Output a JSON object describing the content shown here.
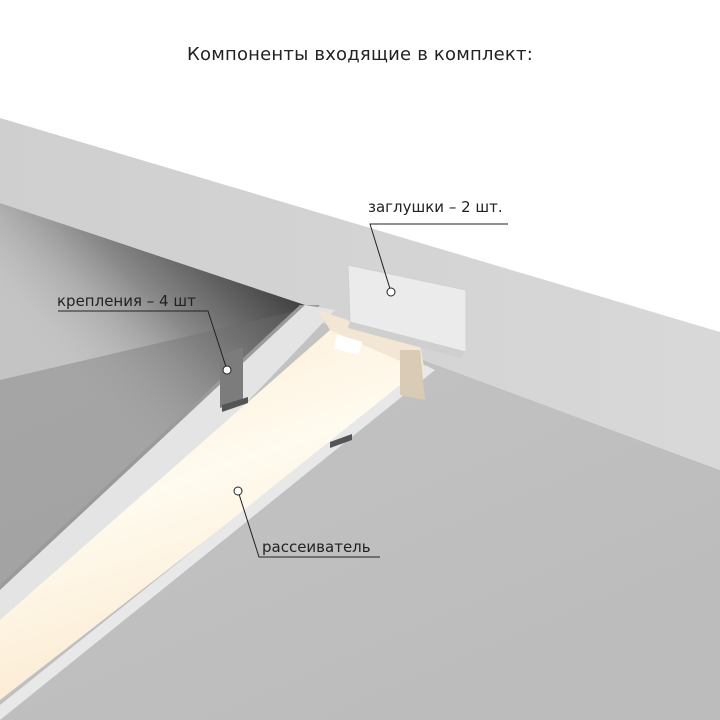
{
  "title": "Компоненты входящие в комплект:",
  "callouts": [
    {
      "id": "end-caps",
      "label": "заглушки – 2 шт.",
      "marker": [
        391,
        292
      ]
    },
    {
      "id": "mounts",
      "label": "крепления – 4 шт",
      "marker": [
        227,
        370
      ]
    },
    {
      "id": "diffuser",
      "label": "рассеиватель",
      "marker": [
        238,
        491
      ]
    }
  ],
  "colors": {
    "background": "#ffffff",
    "ceiling_band": "#d6d6d6",
    "wall": "#bdbdbd",
    "wall_shadow": "#555555",
    "profile": "#e6e6e6",
    "diffuser_light": "#fff8e8",
    "text": "#222222"
  }
}
